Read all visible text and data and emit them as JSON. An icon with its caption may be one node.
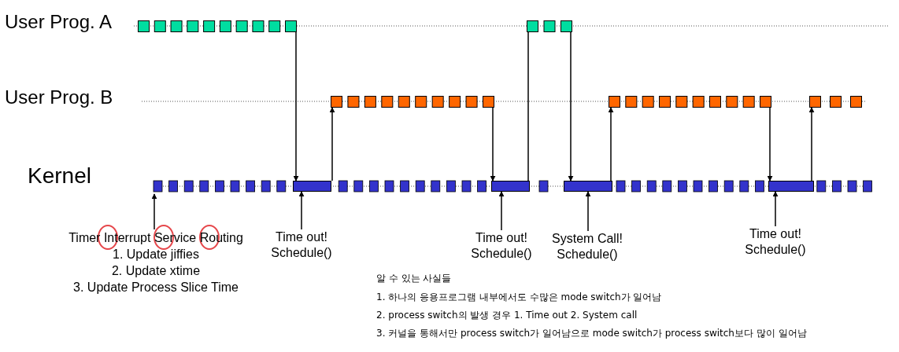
{
  "diagram": {
    "nodes": [
      {
        "text": [],
        "shape": "bar"
      },
      {
        "text": [],
        "shape": "bar"
      },
      {
        "text": [],
        "shape": "bar"
      },
      {
        "text": [],
        "shape": "bar"
      },
      {
        "text": [],
        "shape": "bar"
      },
      {
        "text": [],
        "shape": "bar"
      },
      {
        "text": [],
        "shape": "bar"
      },
      {
        "text": [],
        "shape": "bar"
      },
      {
        "text": [],
        "shape": "bar"
      },
      {
        "text": [
          "Timer Interrupt Service Routing",
          "1. Update jiffies",
          "2. Update xtime",
          "3. Update Process Slice Time"
        ]
      },
      {
        "text": [
          "Time out! Schedule()"
        ]
      },
      {
        "text": [
          "Time out! Schedule()"
        ]
      },
      {
        "text": [
          "System Call! Schedule()"
        ]
      },
      {
        "text": [
          "Time out! Schedule()"
        ]
      }
    ],
    "edges": [
      {
        "from": 0,
        "to": 5,
        "arrow": "to"
      },
      {
        "from": 5,
        "to": 2,
        "arrow": "to"
      },
      {
        "from": 2,
        "to": 6,
        "arrow": "to"
      },
      {
        "from": 6,
        "to": 1,
        "arrow": "none"
      },
      {
        "from": 1,
        "to": 7,
        "arrow": "to"
      },
      {
        "from": 7,
        "to": 3,
        "arrow": "to"
      },
      {
        "from": 3,
        "to": 8,
        "arrow": "to"
      },
      {
        "from": 8,
        "to": 4,
        "arrow": "to"
      },
      {
        "from": 9,
        "to": null,
        "arrow": "to"
      },
      {
        "from": 10,
        "to": 5,
        "arrow": "to"
      },
      {
        "from": 11,
        "to": 6,
        "arrow": "to"
      },
      {
        "from": 12,
        "to": 7,
        "arrow": "to"
      },
      {
        "from": 13,
        "to": 8,
        "arrow": "to"
      }
    ],
    "labels": [
      "User Prog. A",
      "User Prog. B",
      "Kernel",
      "알 수 있는 사실들",
      "1. 하나의 응용프로그램 내부에서도 수많은 mode switch가 일어남",
      "2. process switch의 발생 경우 1. Time out 2. System call",
      "3. 커널을 통해서만 process switch가 일어남으로 mode switch가 process switch보다 많이 일어남"
    ]
  }
}
